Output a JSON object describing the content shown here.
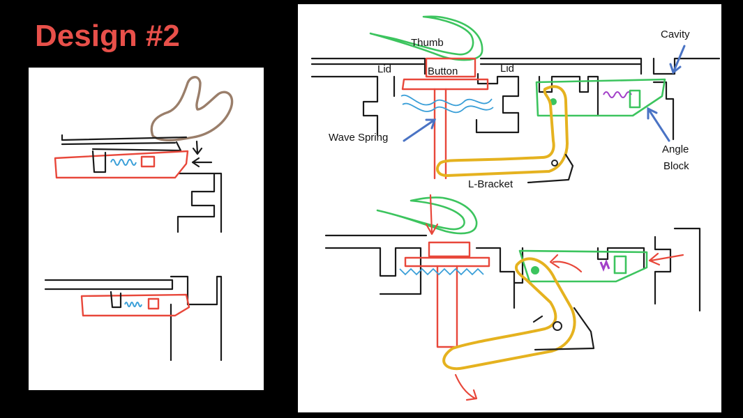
{
  "slide": {
    "title": "Design #2"
  },
  "diagram": {
    "labels": {
      "thumb": "Thumb",
      "cavity": "Cavity",
      "lid_left": "Lid",
      "button": "Button",
      "lid_right": "Lid",
      "wave_spring": "Wave Spring",
      "angle_block_line1": "Angle",
      "angle_block_line2": "Block",
      "l_bracket": "L-Bracket"
    },
    "colors": {
      "title": "#e8504a",
      "red_part": "#e8473a",
      "spring_blue": "#3a9fd8",
      "green_part": "#3cc45e",
      "gold_bracket": "#e5b21f",
      "thumb_brown": "#9a7e6a",
      "pointer_blue": "#4a73c4",
      "coil_purple": "#a23fc8"
    }
  }
}
